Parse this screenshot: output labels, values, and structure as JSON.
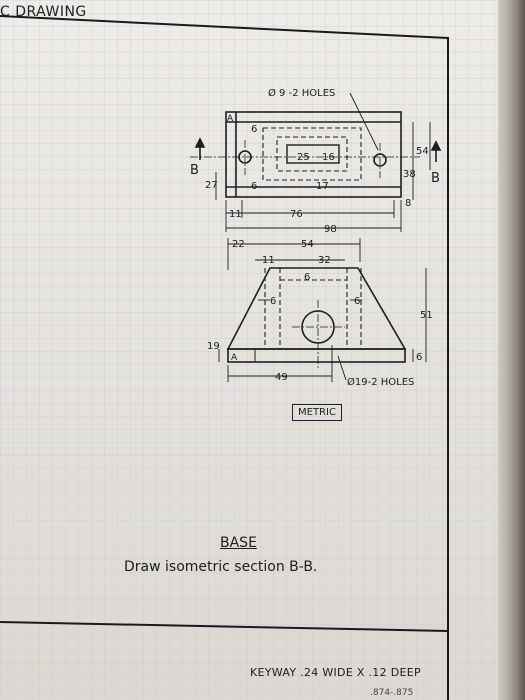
{
  "header": {
    "label": "C DRAWING"
  },
  "drawing": {
    "top_view": {
      "holes_callout": "Ø 9 -2 HOLES",
      "section_label_left": "B",
      "section_label_right": "B",
      "corner_label": "A",
      "dims": {
        "d6_top": "6",
        "d25": "25",
        "d16": "16",
        "d27": "27",
        "d6_bottom": "6",
        "d17": "17",
        "d54": "54",
        "d38": "38",
        "d8": "8",
        "d11": "11",
        "d76": "76",
        "d98": "98"
      }
    },
    "front_view": {
      "corner_label": "A",
      "dims": {
        "d22": "22",
        "d11": "11",
        "d54": "54",
        "d32": "32",
        "d6_center": "6",
        "d6_left": "6",
        "d6_right": "6",
        "d51": "51",
        "d19": "19",
        "d6_base": "6",
        "d49": "49"
      },
      "holes_callout": "Ø19-2 HOLES"
    },
    "metric_label": "METRIC"
  },
  "caption": {
    "title": "BASE",
    "instruction": "Draw isometric section B-B."
  },
  "footer": {
    "keyway": "KEYWAY .24 WIDE X .12 DEEP",
    "sub": ".874-.875"
  }
}
